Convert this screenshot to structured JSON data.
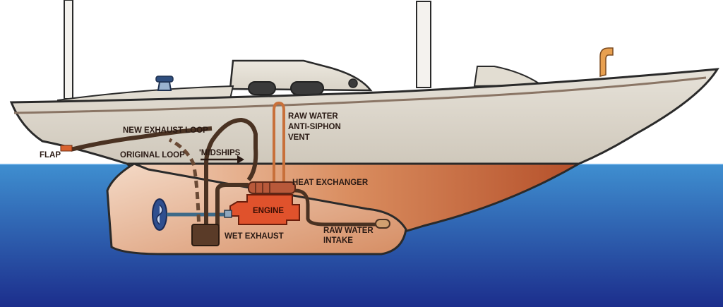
{
  "labels": {
    "new_exhaust_loop": "NEW EXHAUST LOOP",
    "original_loop": "ORIGINAL LOOP",
    "midships": "'MIDSHIPS",
    "flap": "FLAP",
    "raw_water_vent_line1": "RAW WATER",
    "raw_water_vent_line2": "ANTI-SIPHON",
    "raw_water_vent_line3": "VENT",
    "heat_exchanger": "HEAT EXCHANGER",
    "engine": "ENGINE",
    "wet_exhaust": "WET EXHAUST",
    "raw_water_intake_line1": "RAW WATER",
    "raw_water_intake_line2": "INTAKE"
  },
  "colors": {
    "sea_top": "#3f8fd0",
    "sea_bottom": "#1c2e8c",
    "hull_top": "#d8d3c8",
    "hull_bottom": "#c96a3a",
    "deck": "#e9e5dc",
    "engine": "#e0522c",
    "hose": "#5a3b28",
    "vent_pipe": "#c8703a",
    "text": "#2a1a14"
  }
}
